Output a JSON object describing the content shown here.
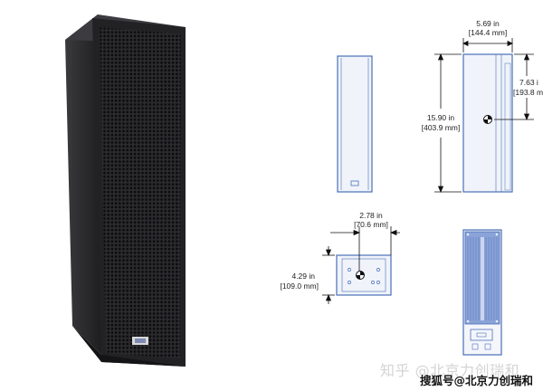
{
  "dimensions": {
    "top_width": {
      "in": "5.69 in",
      "mm": "[144.4 mm]"
    },
    "height": {
      "in": "15.90 in",
      "mm": "[403.9 mm]"
    },
    "mount_height": {
      "in": "7.63 i",
      "mm": "[193.8 m"
    },
    "bottom_width": {
      "in": "2.78 in",
      "mm": "[70.6 mm]"
    },
    "bottom_depth": {
      "in": "4.29 in",
      "mm": "[109.0 mm]"
    }
  },
  "watermarks": {
    "primary": "知乎 @北京力创瑞和",
    "secondary": "搜狐号@北京力创瑞和"
  },
  "colors": {
    "cabinet": "#2a2a2c",
    "grille": "#1a1a1c",
    "drawing_blue": "#4a6fb8",
    "drawing_fill": "#f0f3fa",
    "dimension_line": "#111111",
    "rear_panel": "#8aa3d8"
  }
}
